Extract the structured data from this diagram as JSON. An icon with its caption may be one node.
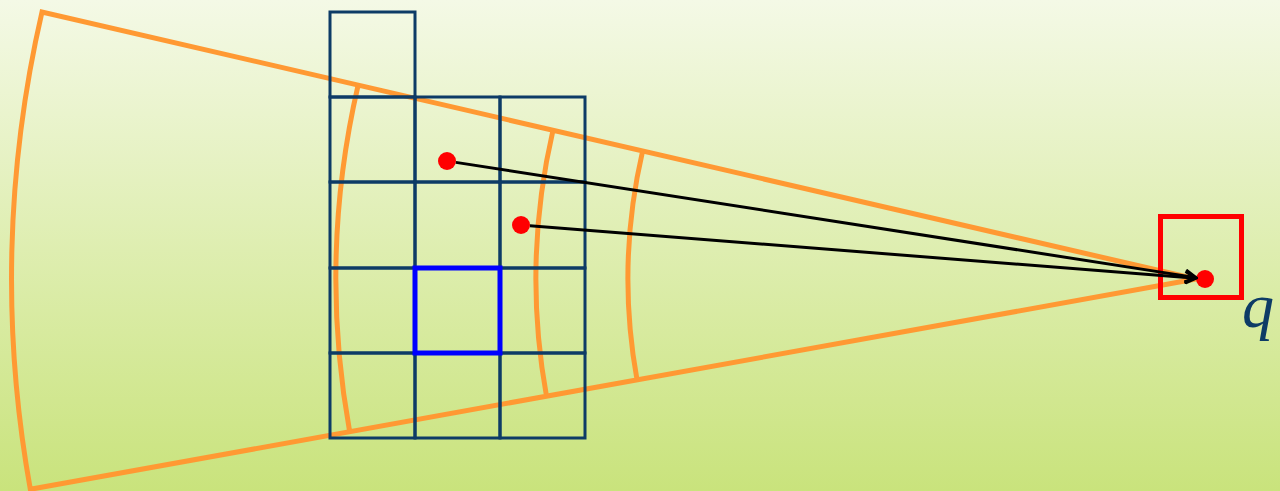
{
  "diagram": {
    "nodes": [
      {
        "text": [],
        "shape": "circle"
      },
      {
        "text": [],
        "shape": "circle"
      },
      {
        "text": [
          "q"
        ]
      },
      {
        "text": [],
        "shape": "circle",
        "in": 2
      }
    ],
    "edges": [
      {
        "from": 0,
        "to": 3,
        "arrow": "to"
      },
      {
        "from": 1,
        "to": 3,
        "arrow": "to"
      }
    ]
  }
}
